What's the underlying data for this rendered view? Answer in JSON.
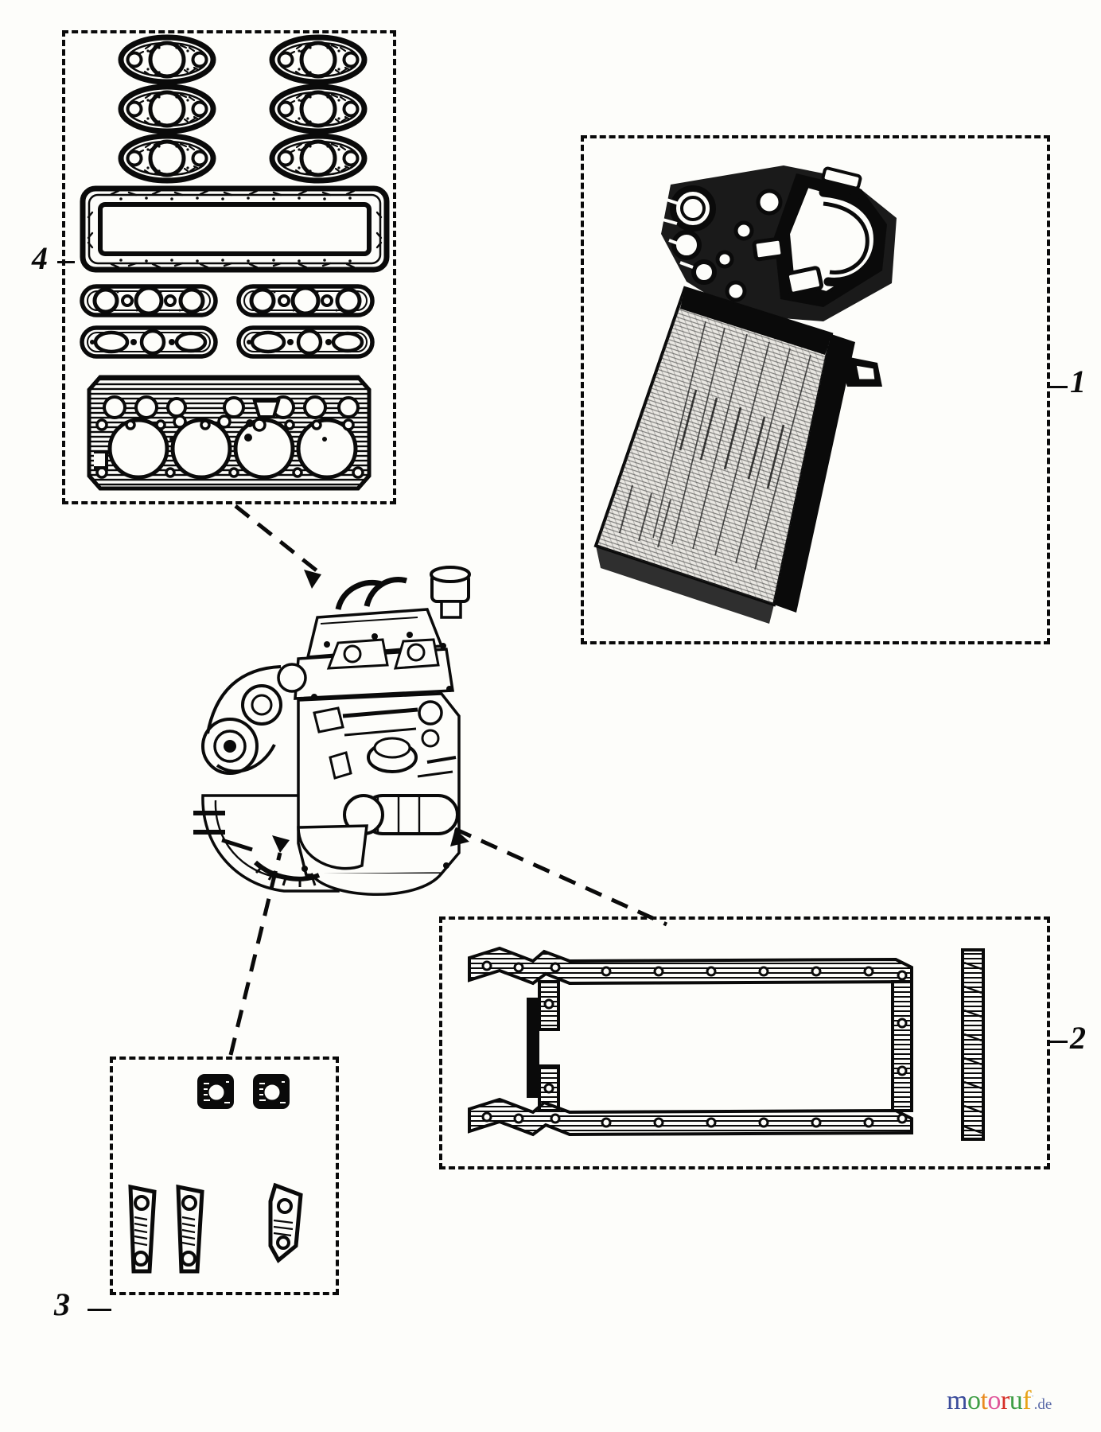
{
  "diagram": {
    "title": "Engine Gasket Set - Exploded Parts Diagram",
    "ink_color": "#0a0a0a",
    "paper_color": "#fdfdfa",
    "callouts": [
      {
        "ref": "1",
        "label": "1",
        "name": "cylinder-block-and-head-assembly"
      },
      {
        "ref": "2",
        "label": "2",
        "name": "oil-pan-sump-gasket-set"
      },
      {
        "ref": "3",
        "label": "3",
        "name": "small-seals-and-shims-set"
      },
      {
        "ref": "4",
        "label": "4",
        "name": "cylinder-head-gasket-set"
      }
    ],
    "box4": {
      "name": "cylinder-head-gasket-set",
      "parts": [
        {
          "name": "manifold-gasket",
          "qty": 6,
          "shape": "oval-flange"
        },
        {
          "name": "rocker-cover-gasket",
          "qty": 1,
          "shape": "rectangular-frame"
        },
        {
          "name": "manifold-strip-gasket",
          "qty": 2,
          "shape": "strip-three-port"
        },
        {
          "name": "water-passage-gasket",
          "qty": 2,
          "shape": "strip-ported"
        },
        {
          "name": "cylinder-head-gasket",
          "qty": 1,
          "shape": "four-cylinder-head"
        }
      ]
    },
    "box1": {
      "name": "cylinder-block-and-head-assembly",
      "parts": [
        {
          "name": "cylinder-head-casting",
          "qty": 1
        },
        {
          "name": "cylinder-block",
          "qty": 1
        }
      ]
    },
    "box2": {
      "name": "oil-pan-sump-gasket-set",
      "parts": [
        {
          "name": "oil-pan-gasket-frame",
          "qty": 1
        },
        {
          "name": "rear-main-seal-strip",
          "qty": 1
        },
        {
          "name": "front-seal-strip",
          "qty": 1
        }
      ]
    },
    "box3": {
      "name": "small-seals-and-shims-set",
      "parts": [
        {
          "name": "square-seal-washer",
          "qty": 2
        },
        {
          "name": "tapered-shim-plate",
          "qty": 2
        },
        {
          "name": "angled-wedge-seal",
          "qty": 1
        }
      ]
    },
    "center": {
      "name": "complete-engine-assembly",
      "label": "engine-illustration"
    }
  },
  "watermark": {
    "letters": [
      {
        "char": "m",
        "color": "#3b4c9b"
      },
      {
        "char": "o",
        "color": "#3e9e45"
      },
      {
        "char": "t",
        "color": "#e98a1e"
      },
      {
        "char": "o",
        "color": "#e0559a"
      },
      {
        "char": "r",
        "color": "#d62d26"
      },
      {
        "char": "u",
        "color": "#3e9e45"
      },
      {
        "char": "f",
        "color": "#e8a317"
      }
    ],
    "tld": ".de",
    "tld_color": "#5b6ba8"
  }
}
